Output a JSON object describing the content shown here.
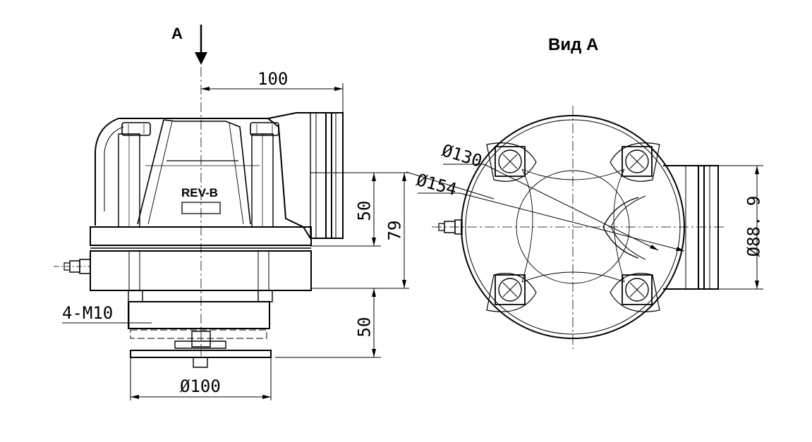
{
  "view_arrow": {
    "label": "A"
  },
  "view_title": "Вид А",
  "product_marking": "REV-B",
  "dimensions": {
    "top_width": "100",
    "right_50": "50",
    "right_79": "79",
    "bottom_50": "50",
    "bolts": "4-M10",
    "base_diameter": "Ø100",
    "outer_diameter_130": "Ø130",
    "outer_diameter_154": "Ø154",
    "outlet_diameter": "Ø88. 9"
  }
}
